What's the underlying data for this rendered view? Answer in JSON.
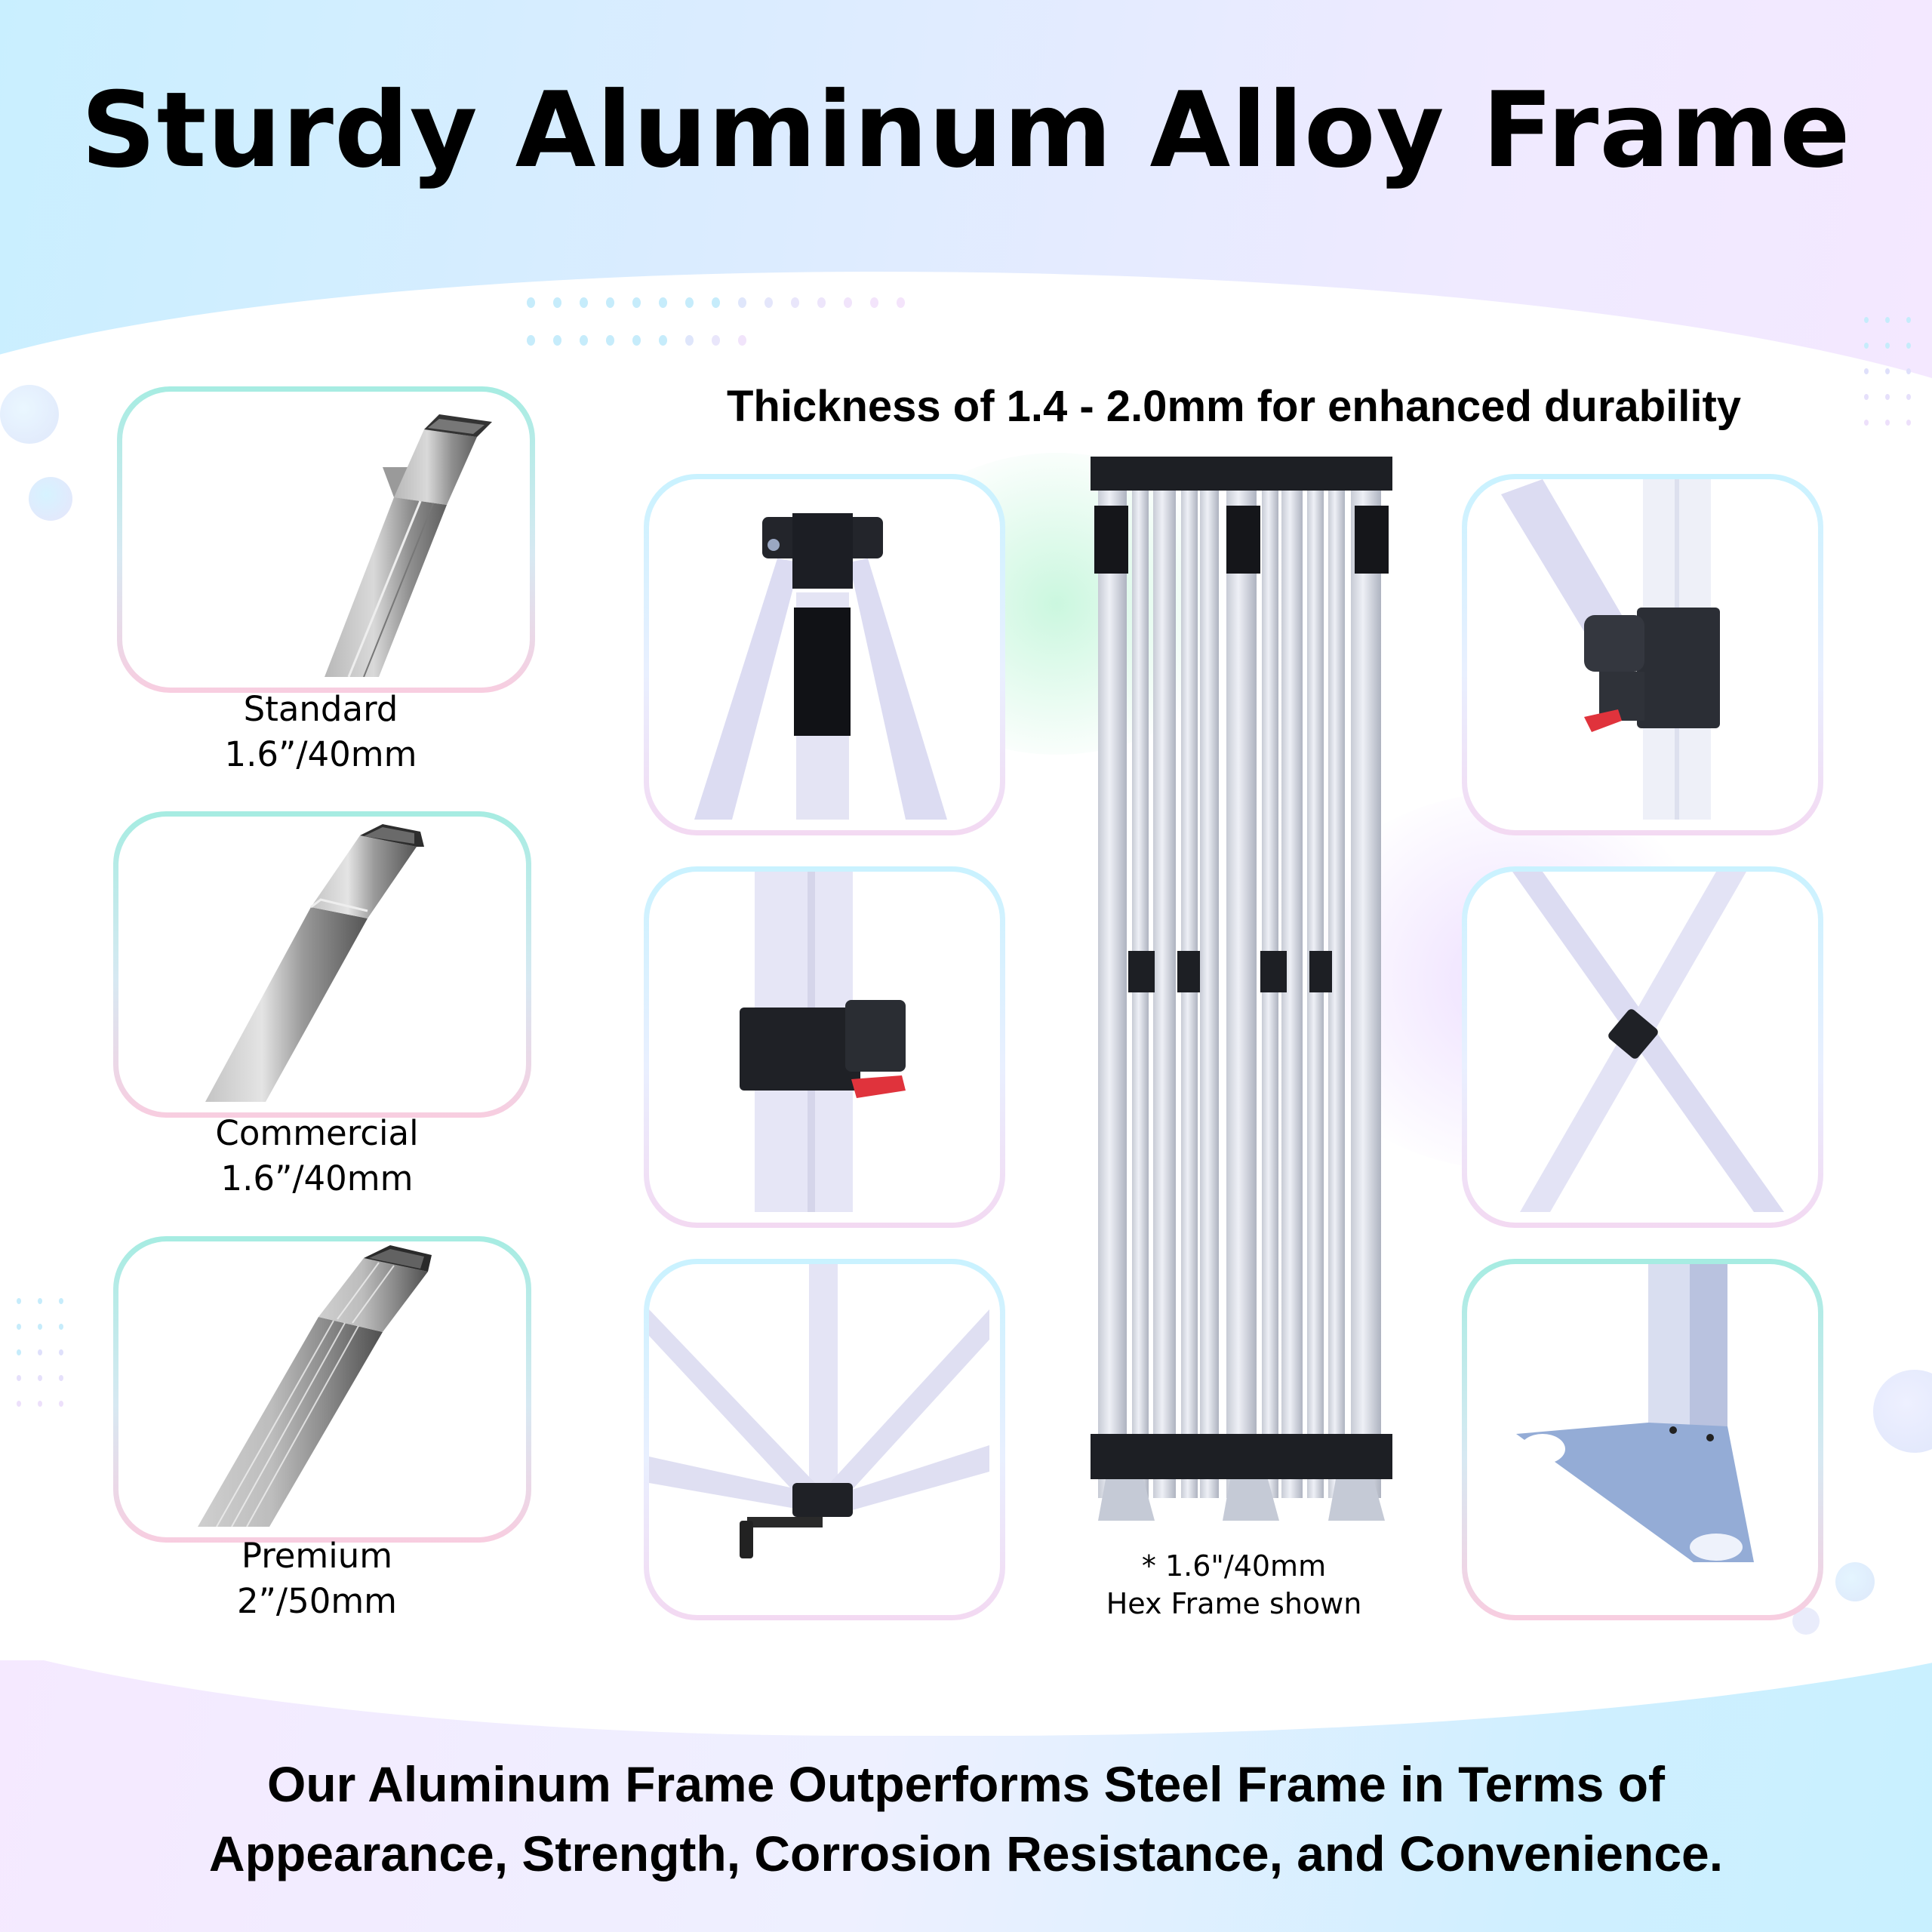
{
  "header": {
    "title": "Sturdy Aluminum Alloy Frame",
    "subtitle": "Thickness of 1.4 - 2.0mm for enhanced durability"
  },
  "tube_options": [
    {
      "name": "Standard",
      "size": "1.6”/40mm",
      "icon": "square-tube-icon"
    },
    {
      "name": "Commercial",
      "size": "1.6”/40mm",
      "icon": "hex-tube-icon"
    },
    {
      "name": "Premium",
      "size": "2”/50mm",
      "icon": "ribbed-hex-tube-icon"
    }
  ],
  "detail_photos": {
    "left_column": [
      {
        "subject": "top-corner-connector-with-velcro"
      },
      {
        "subject": "slider-lock-with-red-tab"
      },
      {
        "subject": "center-hub-with-struts"
      }
    ],
    "right_column": [
      {
        "subject": "side-bracket-with-red-pin"
      },
      {
        "subject": "x-truss-pivot-joint"
      },
      {
        "subject": "triangular-foot-plate"
      }
    ]
  },
  "center_frame": {
    "subject": "folded-canopy-frame",
    "caption_line1": "* 1.6\"/40mm",
    "caption_line2": "Hex Frame shown"
  },
  "footer": {
    "line1": "Our Aluminum Frame Outperforms Steel Frame in Terms of",
    "line2": "Appearance, Strength, Corrosion Resistance, and Convenience."
  },
  "colors": {
    "top_gradient_start": "#c9efff",
    "top_gradient_end": "#f4e8ff",
    "card_border_top": "#a6ece2",
    "card_border_bottom": "#f8cde0",
    "connector_black": "#1e2026",
    "tab_red": "#e0333c",
    "aluminum": "#d6dae6"
  }
}
